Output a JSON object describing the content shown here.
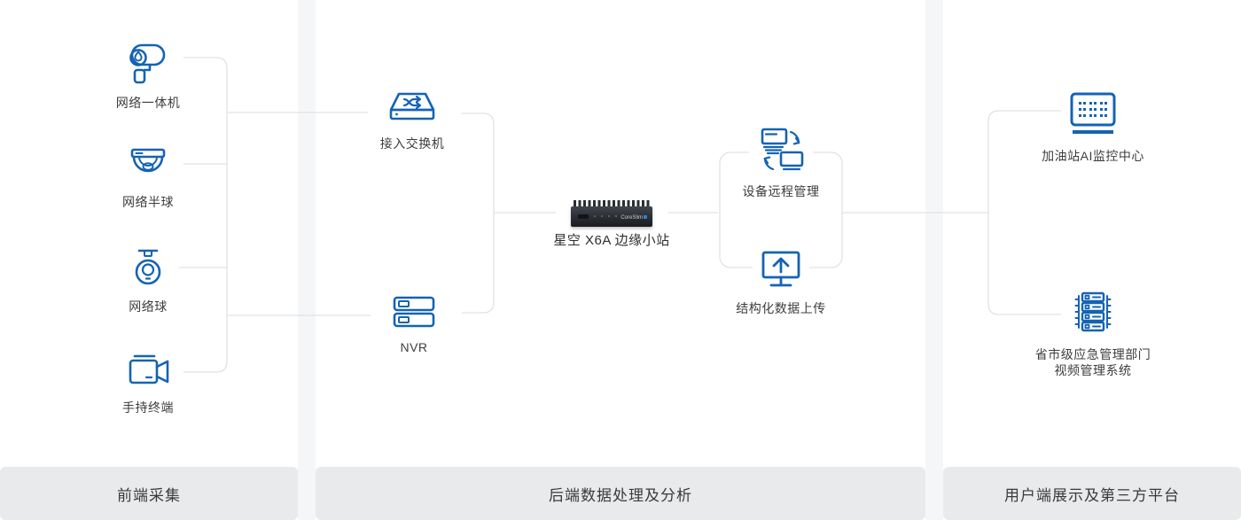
{
  "colors": {
    "icon_blue": "#1463b4",
    "line_gray": "#e1e2e5",
    "gap_band": "#f5f6f8",
    "footer_bg": "#e9eaeb",
    "label_text": "#3d3d3d",
    "footer_text": "#3a3a3a"
  },
  "frontend": {
    "footer_label": "前端采集",
    "devices": [
      {
        "label": "网络一体机",
        "icon": "bullet-camera-icon"
      },
      {
        "label": "网络半球",
        "icon": "dome-camera-icon"
      },
      {
        "label": "网络球",
        "icon": "ptz-camera-icon"
      },
      {
        "label": "手持终端",
        "icon": "handheld-camera-icon"
      }
    ]
  },
  "backend": {
    "footer_label": "后端数据处理及分析",
    "switch_label": "接入交换机",
    "nvr_label": "NVR",
    "edge_device": {
      "label": "星空 X6A 边缘小站",
      "brand": "CoreSlim"
    },
    "remote_label": "设备远程管理",
    "upload_label": "结构化数据上传"
  },
  "client": {
    "footer_label": "用户端展示及第三方平台",
    "monitor_center_label": "加油站AI监控中心",
    "gov_label_line1": "省市级应急管理部门",
    "gov_label_line2": "视频管理系统"
  }
}
